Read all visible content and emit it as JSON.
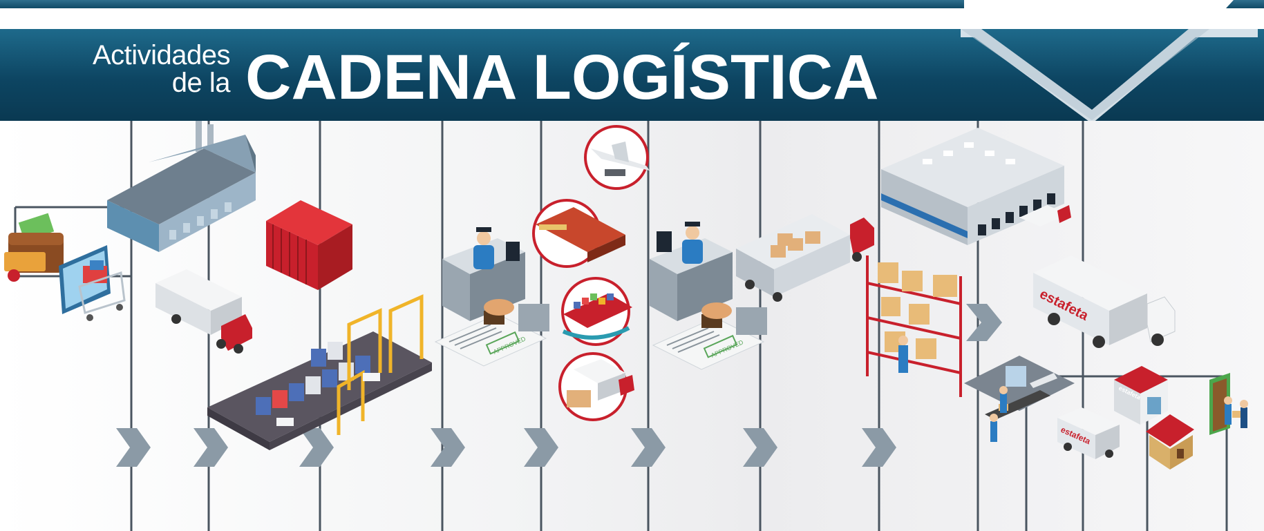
{
  "header": {
    "subtitle_line1": "Actividades",
    "subtitle_line2": "de la",
    "title": "CADENA LOGÍSTICA"
  },
  "brand": {
    "truck_label": "estafeta",
    "van_label": "estafeta",
    "store_label": "estafeta"
  },
  "stamp": {
    "text": "APPROVED"
  },
  "colors": {
    "banner_dark": "#0a3952",
    "banner_light": "#1e6a8b",
    "arrow": "#8b9aa6",
    "line": "#4a5560",
    "brand_red": "#c8202c",
    "circle_red": "#c8202c"
  },
  "icons": [
    "wallet-icon",
    "shopping-cart-icon",
    "factory-icon",
    "container-icon",
    "truck-icon",
    "port-icon",
    "customs-officer-icon",
    "approved-stamp-icon",
    "airplane-icon",
    "train-icon",
    "ship-icon",
    "freight-truck-icon",
    "warehouse-icon",
    "shelf-icon",
    "delivery-truck-icon",
    "sorting-center-icon",
    "delivery-van-icon",
    "store-icon",
    "house-icon",
    "customer-door-icon"
  ]
}
